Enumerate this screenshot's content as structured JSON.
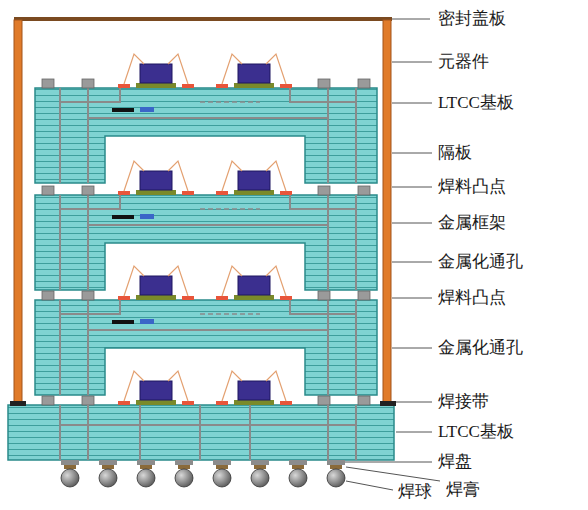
{
  "diagram": {
    "labels": [
      "密封盖板",
      "元器件",
      "LTCC基板",
      "隔板",
      "焊料凸点",
      "金属框架",
      "金属化通孔",
      "焊料凸点",
      "金属化通孔",
      "焊接带",
      "LTCC基板",
      "焊盘",
      "焊球",
      "焊膏"
    ]
  }
}
